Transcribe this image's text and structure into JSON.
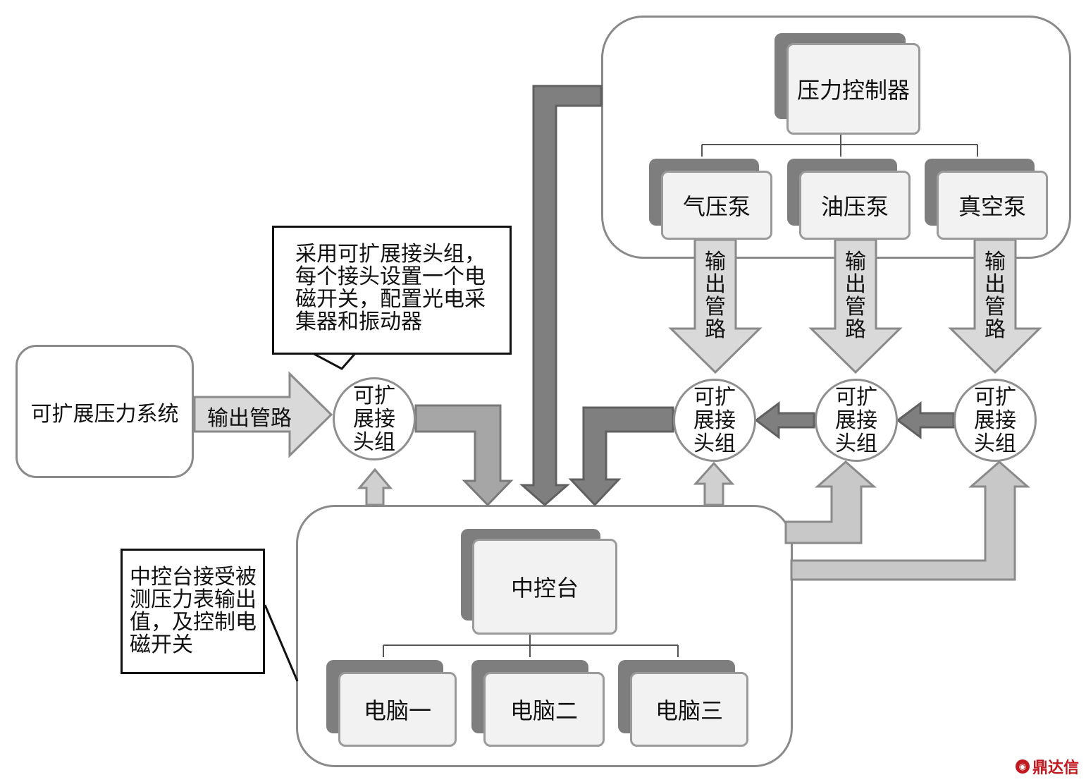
{
  "source_system": {
    "label": "可扩展压力系统"
  },
  "source_pipe": {
    "label": "输出管路"
  },
  "callout_top": {
    "text": "采用可扩展接头组，每个接头设置一个电磁开关，配置光电采集器和振动器"
  },
  "callout_left": {
    "text": "中控台接受被测压力表输出值，及控制电磁开关"
  },
  "pressure_panel": {
    "controller": "压力控制器",
    "pumps": [
      "气压泵",
      "油压泵",
      "真空泵"
    ],
    "pipe_label": "输出管路"
  },
  "joint_groups": {
    "label": "可扩展接头组"
  },
  "console_panel": {
    "console": "中控台",
    "computers": [
      "电脑一",
      "电脑二",
      "电脑三"
    ]
  },
  "watermark": {
    "text": "鼎达信"
  },
  "colors": {
    "arrow_dark": "#7a7a7a",
    "arrow_mid": "#a6a6a6",
    "arrow_light": "#c8c8c8",
    "arrow_pale": "#d9d9d9",
    "panel_border": "#8a8a8a",
    "watermark": "#c0191f"
  }
}
